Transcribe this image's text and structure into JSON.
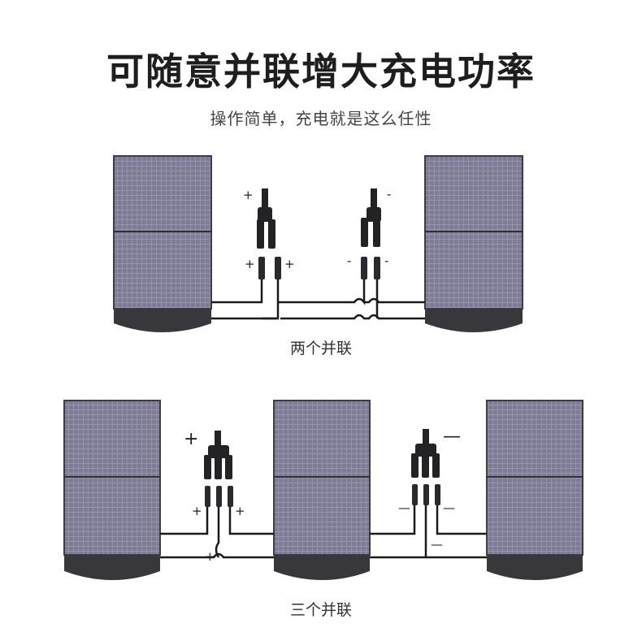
{
  "header": {
    "title": "可随意并联增大充电功率",
    "subtitle": "操作简单，充电就是这么任性"
  },
  "sections": {
    "two_parallel": {
      "caption": "两个并联"
    },
    "three_parallel": {
      "caption": "三个并联"
    }
  },
  "labels": {
    "plus": "+",
    "minus": "-",
    "minus_long": "—"
  },
  "colors": {
    "panel_cell": "#7c7a94",
    "panel_frame": "#3d3d45",
    "panel_base": "#37373c",
    "cable": "#1a1a1a",
    "title": "#1e1e1e"
  }
}
